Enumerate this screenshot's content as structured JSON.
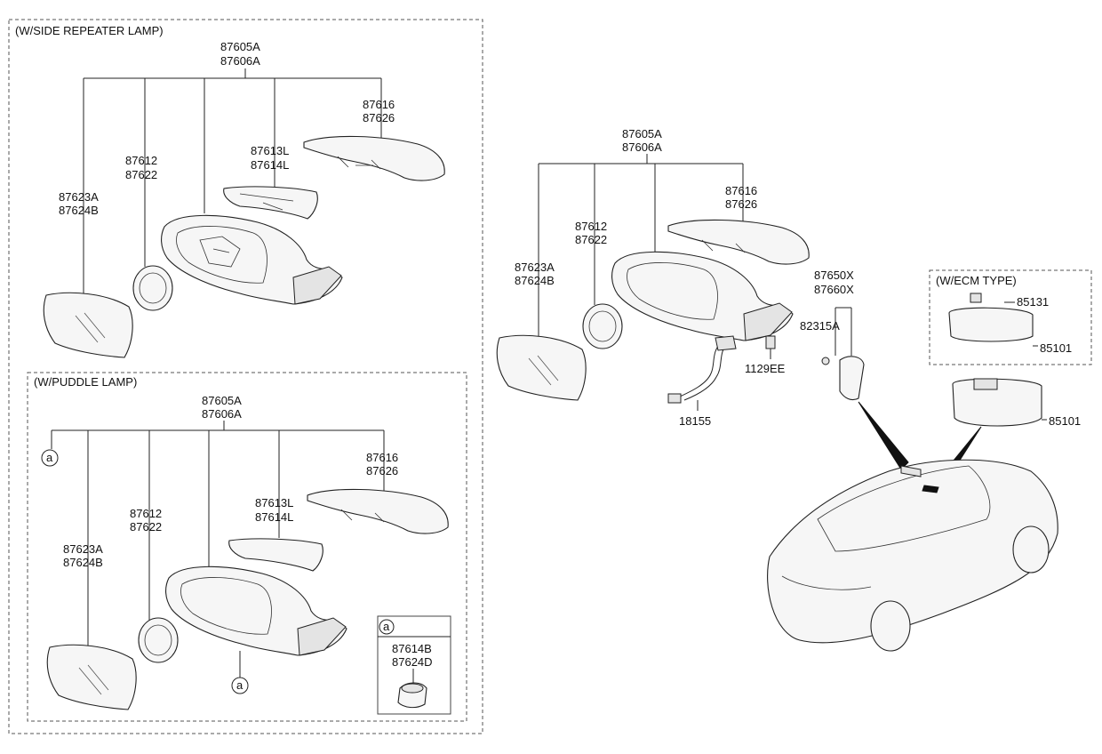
{
  "sections": {
    "side_repeater": {
      "title": "(W/SIDE REPEATER LAMP)"
    },
    "puddle": {
      "title": "(W/PUDDLE LAMP)"
    },
    "ecm": {
      "title": "(W/ECM TYPE)"
    }
  },
  "labels": {
    "a_87605A": "87605A",
    "a_87606A": "87606A",
    "a_87616": "87616",
    "a_87626": "87626",
    "a_87613L": "87613L",
    "a_87614L": "87614L",
    "a_87612": "87612",
    "a_87622": "87622",
    "a_87623A": "87623A",
    "a_87624B": "87624B",
    "b_87605A": "87605A",
    "b_87606A": "87606A",
    "b_87616": "87616",
    "b_87626": "87626",
    "b_87613L": "87613L",
    "b_87614L": "87614L",
    "b_87612": "87612",
    "b_87622": "87622",
    "b_87623A": "87623A",
    "b_87624B": "87624B",
    "b_circle_a1": "a",
    "b_circle_a2": "a",
    "b_circle_a3": "a",
    "b_87614B": "87614B",
    "b_87624D": "87624D",
    "c_87605A": "87605A",
    "c_87606A": "87606A",
    "c_87616": "87616",
    "c_87626": "87626",
    "c_87612": "87612",
    "c_87622": "87622",
    "c_87623A": "87623A",
    "c_87624B": "87624B",
    "c_18155": "18155",
    "c_1129EE": "1129EE",
    "c_87650X": "87650X",
    "c_87660X": "87660X",
    "c_82315A": "82315A",
    "d_85131": "85131",
    "d_85101_ecm": "85101",
    "d_85101": "85101"
  }
}
